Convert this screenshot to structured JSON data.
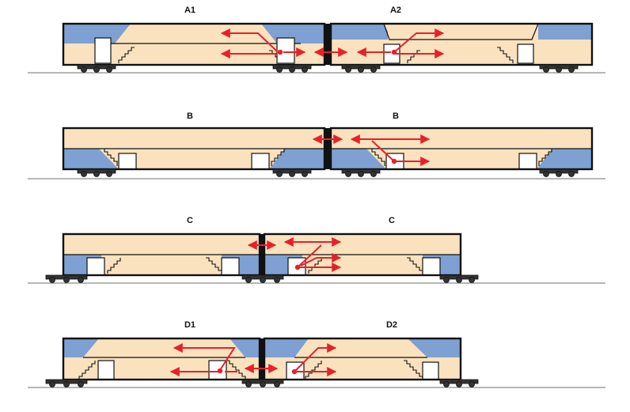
{
  "colors": {
    "car_body": "#FBE2BE",
    "upper_level_ends": "#7FA0D2",
    "outline": "#111111",
    "circulation_arrows": "#E8202A",
    "ground": "#8C8C8C",
    "door": "#FFFFFF"
  },
  "trains": [
    {
      "id": "A",
      "cars": [
        {
          "label": "A1"
        },
        {
          "label": "A2"
        }
      ]
    },
    {
      "id": "B",
      "cars": [
        {
          "label": "B"
        },
        {
          "label": "B"
        }
      ]
    },
    {
      "id": "C",
      "cars": [
        {
          "label": "C"
        },
        {
          "label": "C"
        }
      ]
    },
    {
      "id": "D",
      "cars": [
        {
          "label": "D1"
        },
        {
          "label": "D2"
        }
      ]
    }
  ]
}
